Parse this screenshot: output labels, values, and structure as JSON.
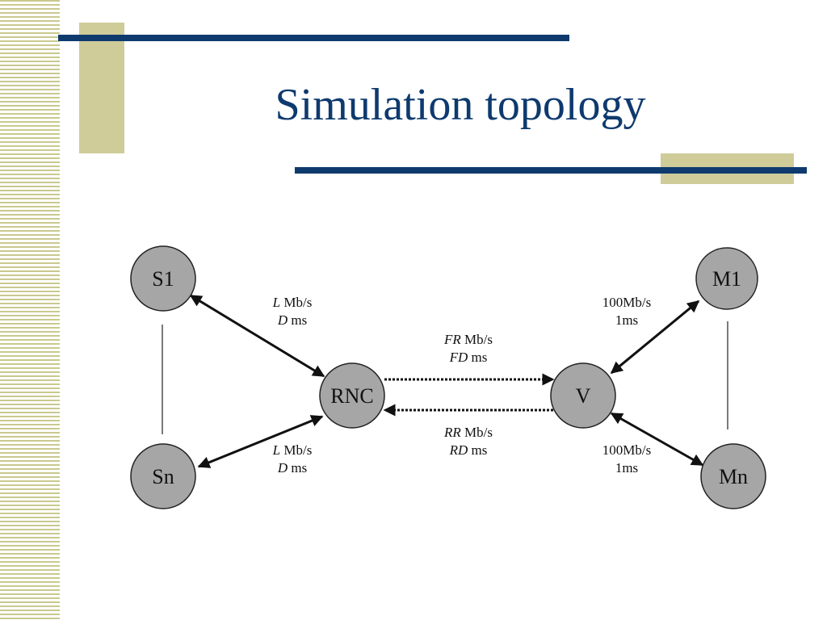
{
  "slide": {
    "title": "Simulation topology"
  },
  "colors": {
    "title": "#0e3a6e",
    "rule": "#0e3a6e",
    "accent_block": "#cfcc9a",
    "node_fill": "#a6a6a6"
  },
  "diagram": {
    "nodes": {
      "s1": "S1",
      "sn": "Sn",
      "rnc": "RNC",
      "v": "V",
      "m1": "M1",
      "mn": "Mn"
    },
    "labels": {
      "s1_rnc": {
        "var_rate": "L",
        "unit_rate": " Mb/s",
        "var_delay": "D",
        "unit_delay": " ms"
      },
      "sn_rnc": {
        "var_rate": "L",
        "unit_rate": " Mb/s",
        "var_delay": "D",
        "unit_delay": " ms"
      },
      "rnc_v_forward": {
        "var_rate": "FR",
        "unit_rate": " Mb/s",
        "var_delay": "FD",
        "unit_delay": " ms"
      },
      "v_rnc_reverse": {
        "var_rate": "RR",
        "unit_rate": " Mb/s",
        "var_delay": "RD",
        "unit_delay": " ms"
      },
      "v_m1": {
        "rate": "100Mb/s",
        "delay": "1ms"
      },
      "v_mn": {
        "rate": "100Mb/s",
        "delay": "1ms"
      }
    }
  }
}
